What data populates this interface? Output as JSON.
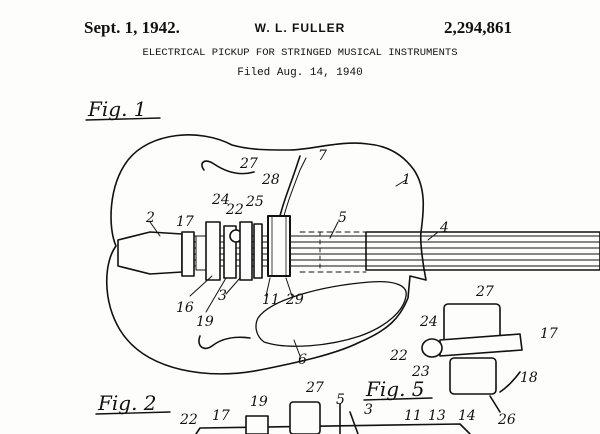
{
  "header": {
    "date": "Sept. 1, 1942.",
    "inventor": "W. L. FULLER",
    "patent_number": "2,294,861",
    "title": "ELECTRICAL PICKUP FOR STRINGED MUSICAL INSTRUMENTS",
    "filed": "Filed Aug. 14, 1940"
  },
  "figures": {
    "fig1": "Fig. 1",
    "fig2": "Fig. 2",
    "fig5": "Fig. 5"
  },
  "refs": {
    "r1": "1",
    "r2": "2",
    "r3": "3",
    "r4": "4",
    "r5": "5",
    "r6": "6",
    "r7": "7",
    "r16": "16",
    "r17": "17",
    "r19": "19",
    "r22": "22",
    "r24": "24",
    "r25": "25",
    "r27": "27",
    "r28": "28",
    "r29": "29",
    "r11": "11",
    "f5_27": "27",
    "f5_24": "24",
    "f5_17": "17",
    "f5_22": "22",
    "f5_23": "23",
    "f5_18": "18",
    "f5_26": "26",
    "f2_19": "19",
    "f2_27": "27",
    "f2_22": "22",
    "f2_17": "17",
    "f2_5": "5",
    "f2_3": "3",
    "f2_11": "11",
    "f2_13": "13",
    "f2_14": "14"
  }
}
